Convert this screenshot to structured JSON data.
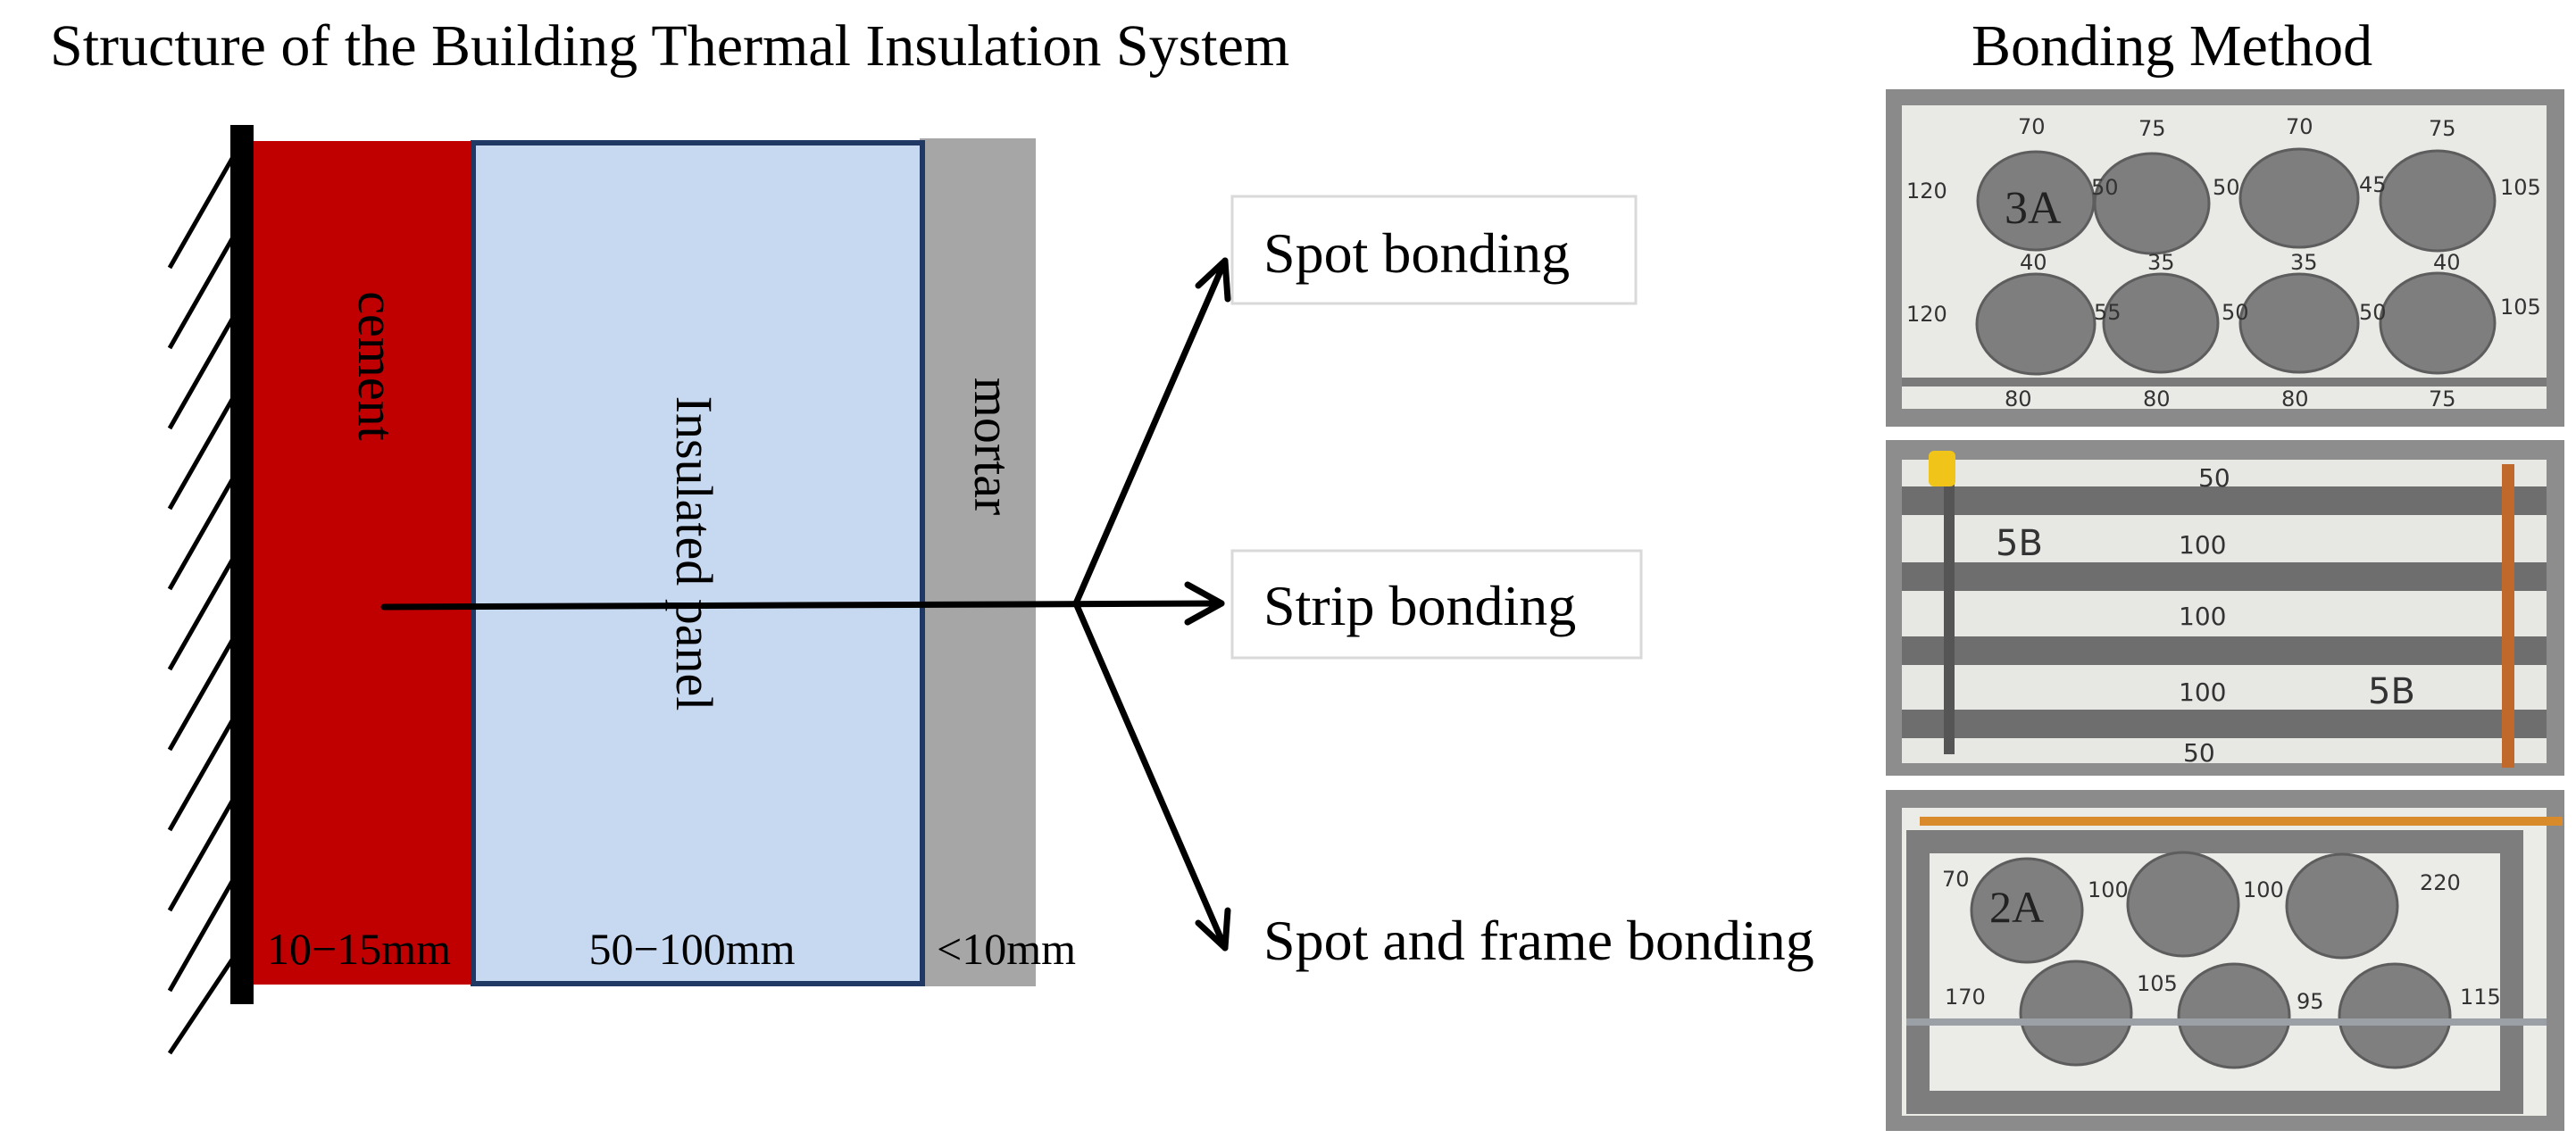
{
  "titles": {
    "structure": "Structure of the Building Thermal Insulation System",
    "method": "Bonding Method"
  },
  "layers": [
    {
      "name": "cement",
      "thickness": "10−15mm",
      "color": "#c00000"
    },
    {
      "name": "Insulated panel",
      "thickness": "50−100mm",
      "color": "#c6d9f1"
    },
    {
      "name": "mortar",
      "thickness": "<10mm",
      "color": "#a6a6a6"
    }
  ],
  "colors": {
    "wall": "#000000",
    "panel_border": "#203864",
    "arrow": "#000000"
  },
  "methods": [
    {
      "label": "Spot bonding",
      "boxed": true
    },
    {
      "label": "Strip bonding",
      "boxed": true
    },
    {
      "label": "Spot and frame bonding",
      "boxed": false
    }
  ],
  "photos": {
    "spot": {
      "label": "3A",
      "top_row": [
        "70",
        "75",
        "70",
        "75"
      ],
      "mid_row": [
        "40",
        "35",
        "35",
        "40"
      ],
      "bottom_row": [
        "80",
        "80",
        "80",
        "75"
      ],
      "left_values": [
        "120",
        "120"
      ],
      "right_values": [
        "105",
        "105"
      ],
      "gap_values": [
        "50",
        "50",
        "45",
        "55",
        "50",
        "50"
      ]
    },
    "strip": {
      "labels": [
        "5B",
        "5B"
      ],
      "values": [
        "50",
        "100",
        "100",
        "100",
        "50"
      ]
    },
    "frame": {
      "label": "2A",
      "values": [
        "70",
        "100",
        "100",
        "220",
        "170",
        "105",
        "95",
        "115"
      ]
    }
  }
}
